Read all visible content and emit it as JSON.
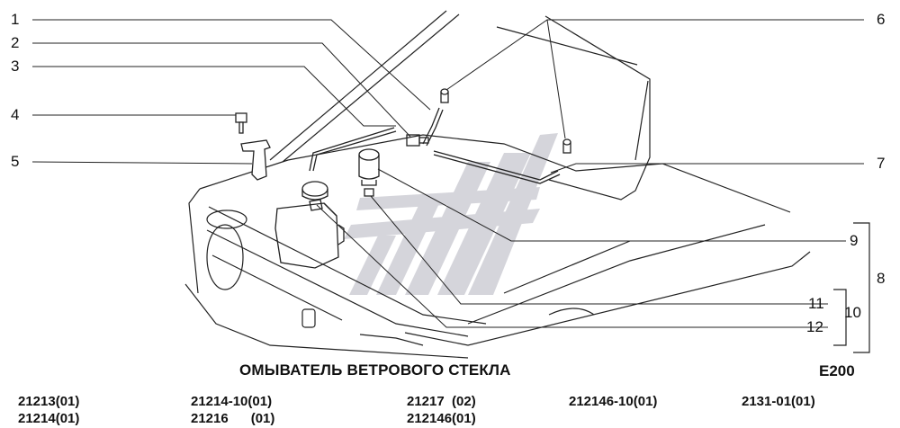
{
  "callouts": [
    "1",
    "2",
    "3",
    "4",
    "5",
    "6",
    "7",
    "8",
    "9",
    "10",
    "11",
    "12"
  ],
  "title": "ОМЫВАТЕЛЬ ВЕТРОВОГО СТЕКЛА",
  "code": "E200",
  "models": [
    [
      "21213(01)",
      "21214(01)"
    ],
    [
      "21214-10(01)",
      "21216      (01)"
    ],
    [
      "21217  (02)",
      "212146(01)"
    ],
    [
      "212146-10(01)"
    ],
    [
      "2131-01(01)"
    ]
  ]
}
